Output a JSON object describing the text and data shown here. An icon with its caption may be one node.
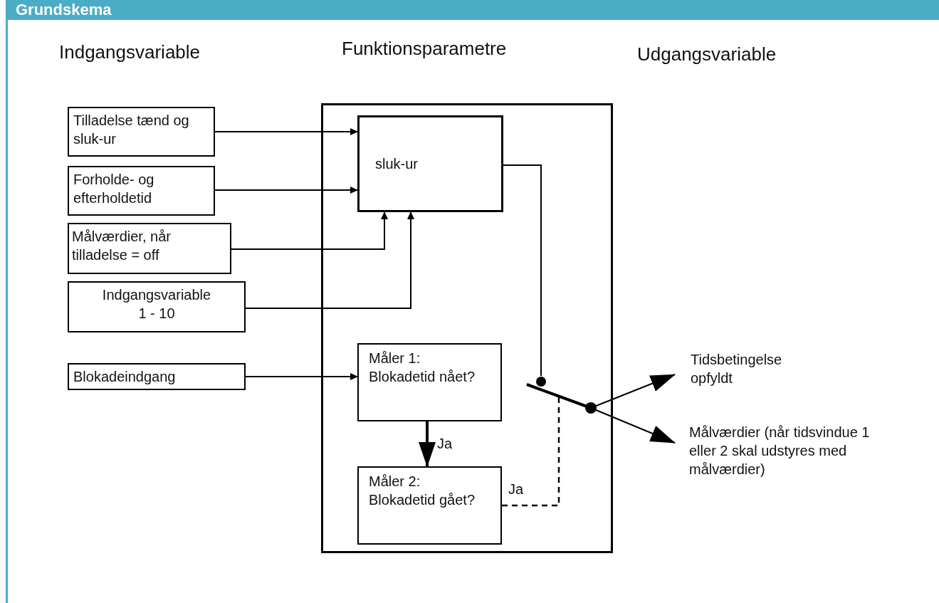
{
  "diagram": {
    "title": "Grundskema",
    "nodes": [
      {
        "text": [],
        "shape": "box"
      },
      {
        "text": [
          "Tilladelse tænd og sluk-ur"
        ]
      },
      {
        "text": [
          "Forholde- og efterholdetid"
        ]
      },
      {
        "text": [
          "Målværdier, når tilladelse = off"
        ]
      },
      {
        "text": [
          "Indgangsvariable 1 - 10"
        ]
      },
      {
        "text": [
          "Blokadeindgang"
        ]
      },
      {
        "text": [
          "sluk-ur"
        ],
        "in": 0
      },
      {
        "text": [
          "Måler 1: Blokadetid nået?"
        ],
        "in": 0
      },
      {
        "text": [
          "Måler 2: Blokadetid gået?"
        ],
        "in": 0
      },
      {
        "text": [],
        "shape": "switch",
        "in": 0
      },
      {
        "text": [
          "Tidsbetingelse opfyldt"
        ]
      },
      {
        "text": [
          "Målværdier (når tidsvindue 1 eller 2 skal udstyres med målværdier)"
        ]
      }
    ],
    "edges": [
      {
        "from": 1,
        "to": 6,
        "arrow": "to"
      },
      {
        "from": 2,
        "to": 6,
        "arrow": "to"
      },
      {
        "from": 3,
        "to": 6,
        "arrow": "to"
      },
      {
        "from": 4,
        "to": 6,
        "arrow": "to"
      },
      {
        "from": 5,
        "to": 7,
        "arrow": "to"
      },
      {
        "from": 7,
        "to": 8,
        "arrow": "to",
        "label": "Ja",
        "style": "thick"
      },
      {
        "from": 6,
        "to": 9,
        "arrow": "none"
      },
      {
        "from": 8,
        "to": 9,
        "arrow": "none",
        "label": "Ja",
        "style": "dashed"
      },
      {
        "from": 9,
        "to": 10,
        "arrow": "to"
      },
      {
        "from": 9,
        "to": 11,
        "arrow": "to"
      }
    ],
    "labels": [
      "Indgangsvariable",
      "Funktionsparametre",
      "Udgangsvariable"
    ]
  }
}
